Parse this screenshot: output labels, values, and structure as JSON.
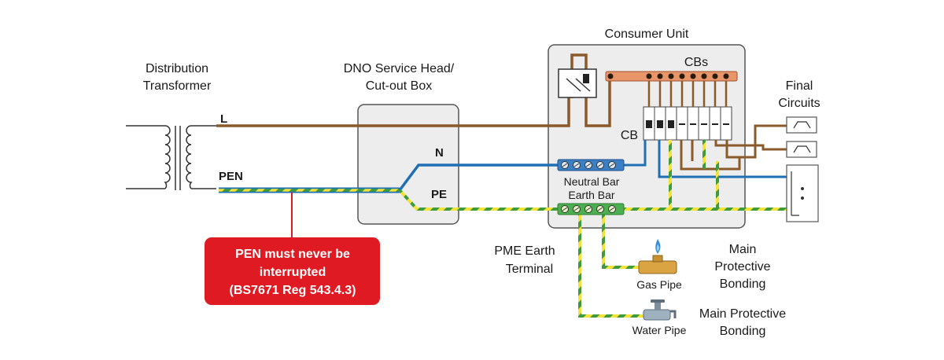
{
  "transformer": {
    "title_line1": "Distribution",
    "title_line2": "Transformer"
  },
  "service_head": {
    "title_line1": "DNO Service Head/",
    "title_line2": "Cut-out Box"
  },
  "consumer_unit": {
    "title": "Consumer Unit",
    "cbs_label": "CBs",
    "cb_label": "CB"
  },
  "final_circuits": {
    "line1": "Final",
    "line2": "Circuits"
  },
  "conductors": {
    "line": "L",
    "pen": "PEN",
    "neutral": "N",
    "earth": "PE"
  },
  "bars": {
    "neutral": "Neutral Bar",
    "earth": "Earth Bar"
  },
  "pme": {
    "line1": "PME Earth",
    "line2": "Terminal"
  },
  "gas": {
    "label": "Gas Pipe",
    "bonding_line1": "Main",
    "bonding_line2": "Protective",
    "bonding_line3": "Bonding"
  },
  "water": {
    "label": "Water Pipe",
    "bonding_line1": "Main Protective",
    "bonding_line2": "Bonding"
  },
  "callout": {
    "line1": "PEN must never be",
    "line2": "interrupted",
    "line3": "(BS7671 Reg 543.4.3)"
  },
  "colors": {
    "line": "#8B5A2B",
    "neutral": "#1F6FB5",
    "earth_green": "#3E9B3E",
    "earth_yellow": "#F2E23A",
    "callout_bg": "#E01A22",
    "busbar": "#E8956A",
    "box_fill": "#EDEDED",
    "box_stroke": "#555555"
  }
}
